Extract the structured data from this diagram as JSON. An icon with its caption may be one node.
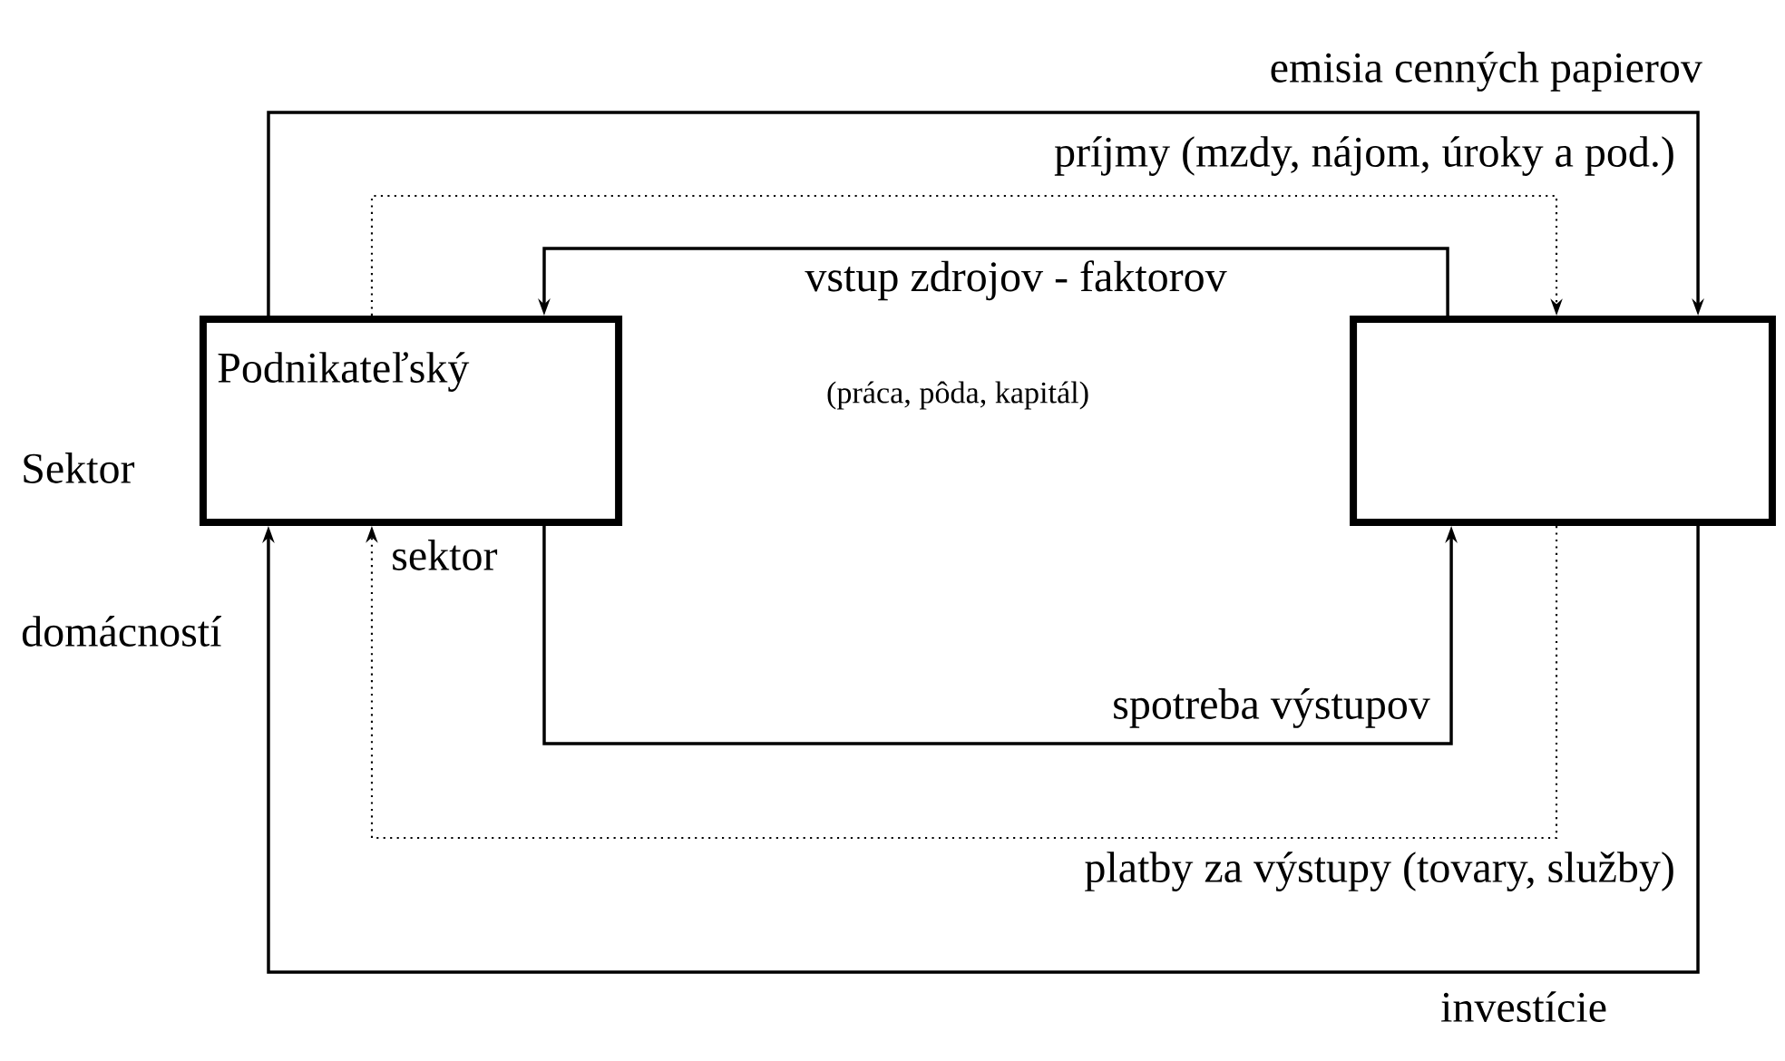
{
  "diagram": {
    "nodes": [
      {
        "text": [],
        "shape": "box"
      },
      {
        "text": [],
        "shape": "box"
      }
    ],
    "edges": [
      {
        "from": 0,
        "to": 1,
        "arrow": "to",
        "label": "emisia cenných papierov"
      },
      {
        "from": 0,
        "to": 1,
        "arrow": "to",
        "label": "príjmy (mzdy, nájom, úroky a pod.)",
        "style": "dashed"
      },
      {
        "from": 1,
        "to": 0,
        "arrow": "to",
        "label": "vstup zdrojov - faktorov"
      },
      {
        "from": 0,
        "to": 1,
        "arrow": "to",
        "label": "spotreba výstupov"
      },
      {
        "from": 1,
        "to": 0,
        "arrow": "to",
        "label": "platby za výstupy (tovary, služby)",
        "style": "dashed"
      },
      {
        "from": 1,
        "to": 0,
        "arrow": "to",
        "label": "investície"
      }
    ],
    "labels": [
      "Podnikateľský",
      "(práca, pôda, kapitál)",
      "Sektor",
      "sektor",
      "domácností"
    ]
  }
}
